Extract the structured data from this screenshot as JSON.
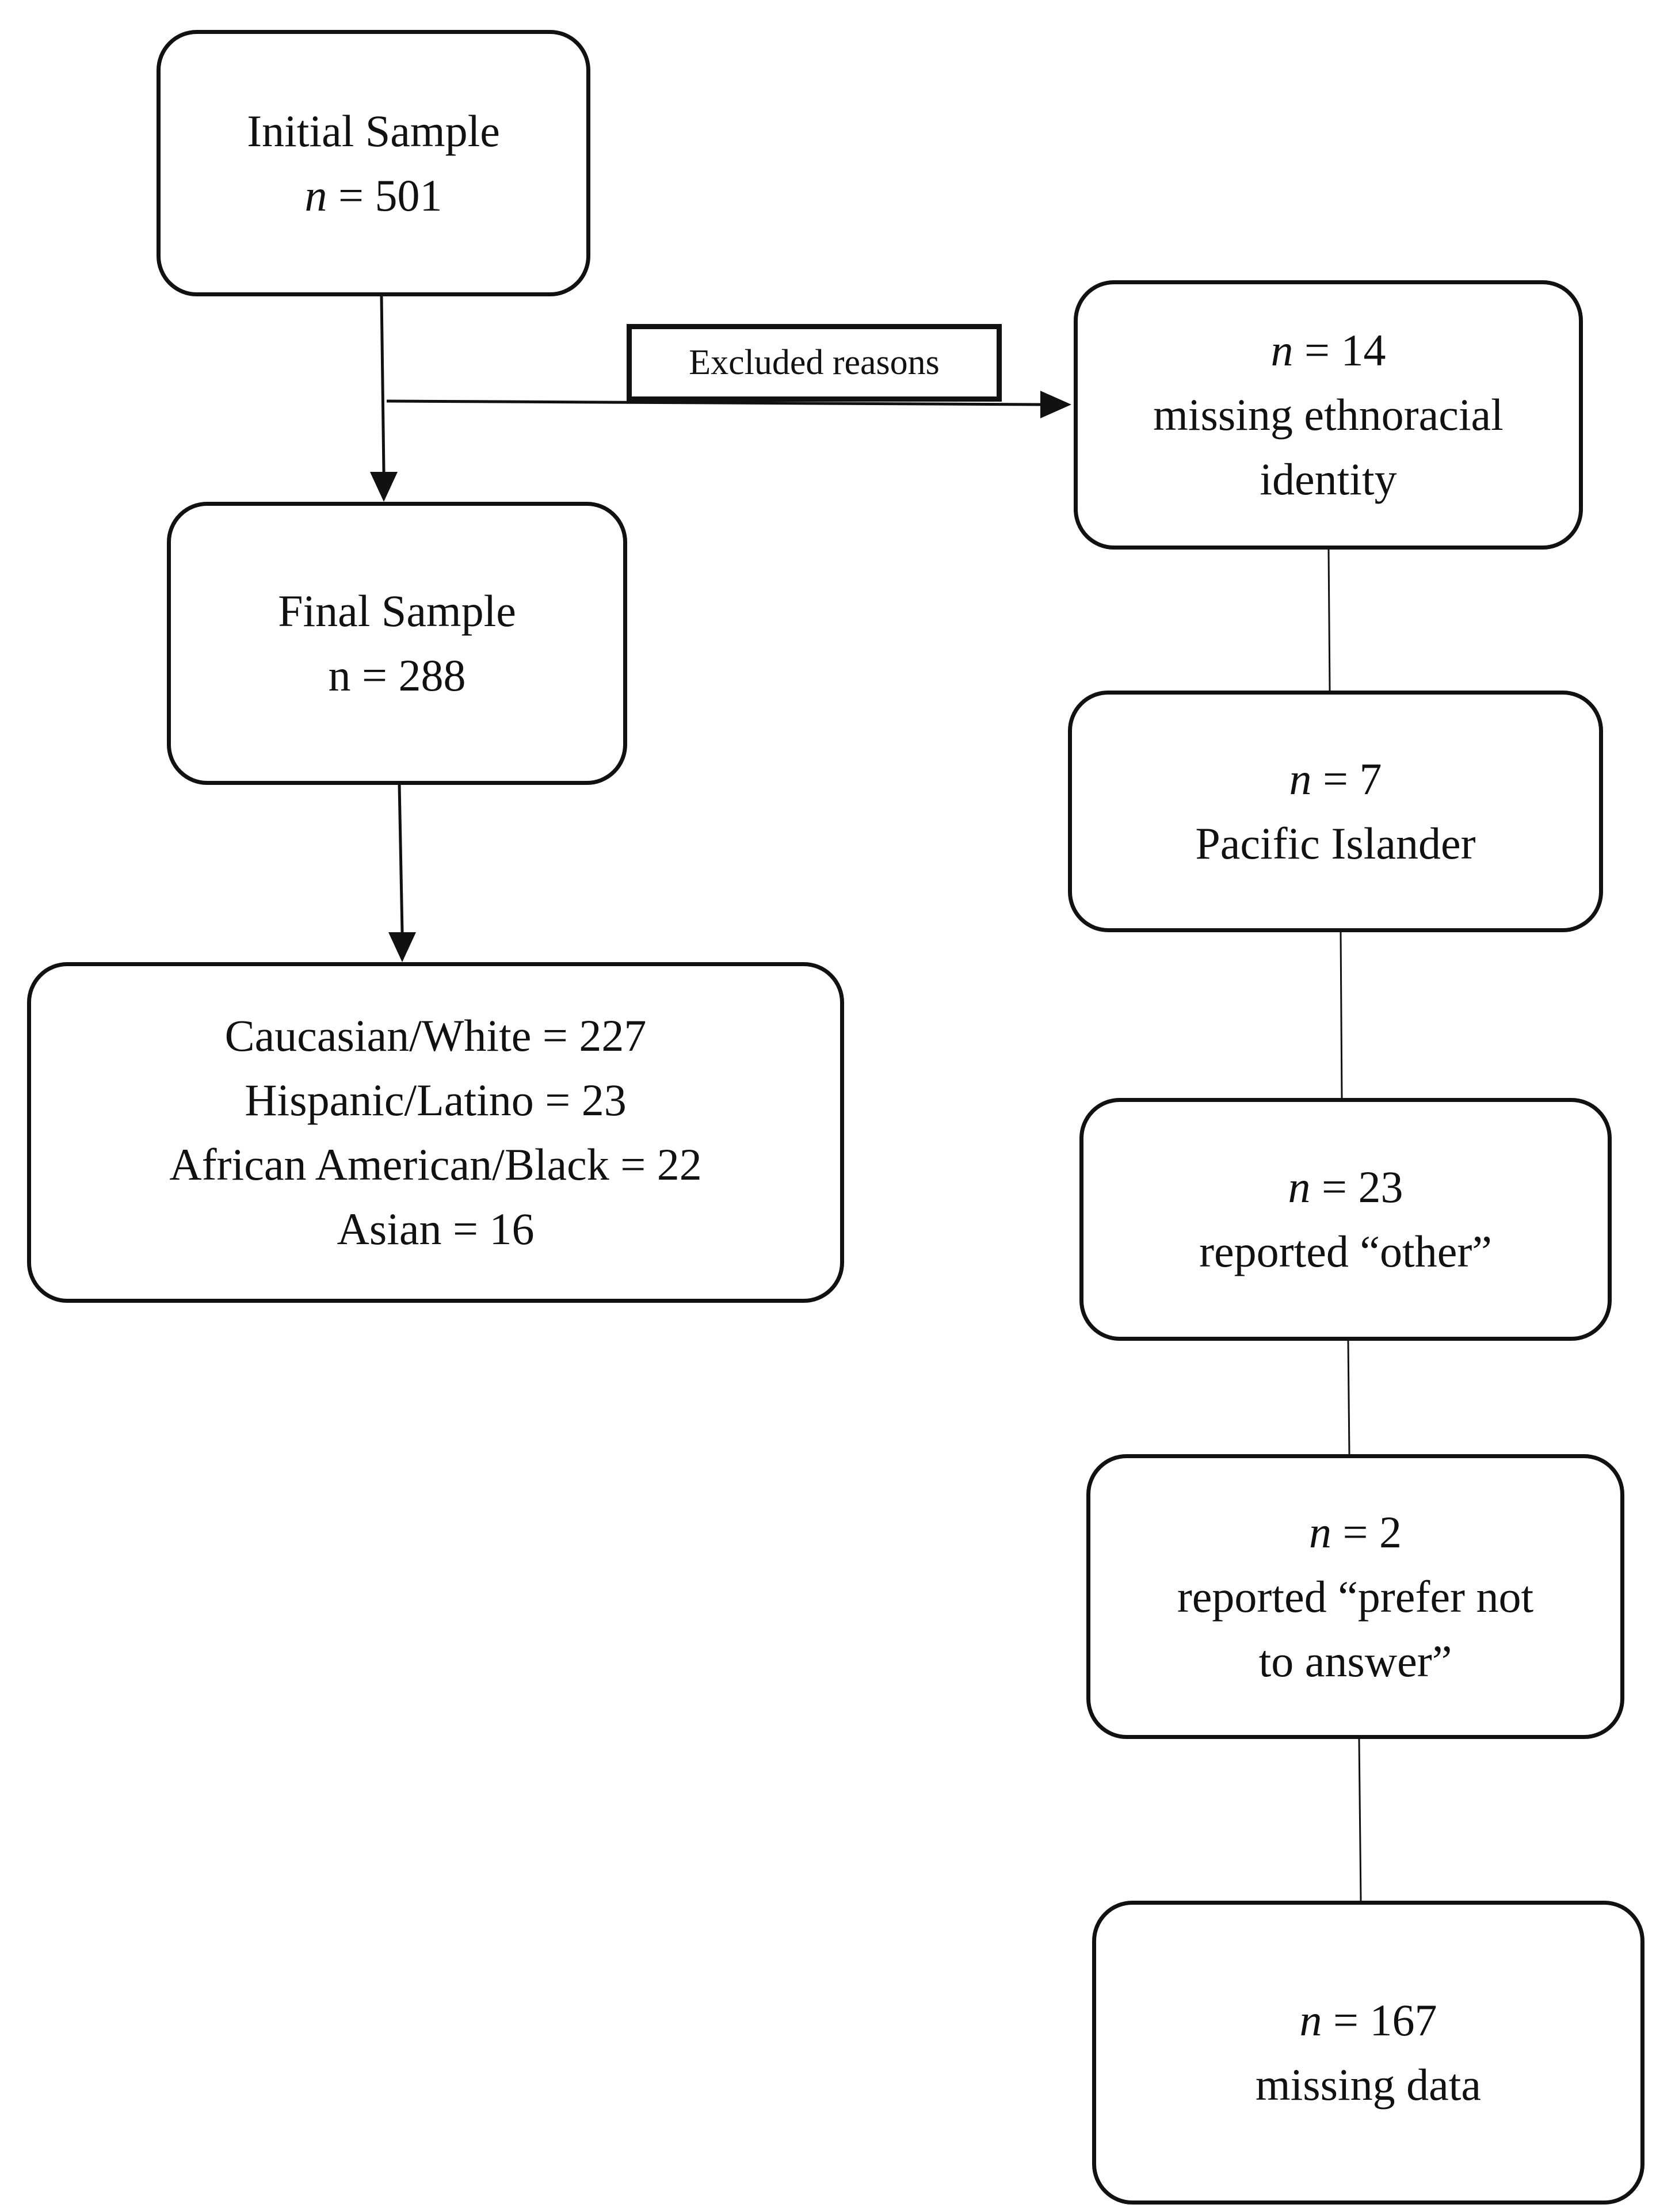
{
  "diagram": {
    "nodes": [
      {
        "id": "initial",
        "lines": [
          {
            "label": "Initial Sample"
          },
          {
            "prefix": "n",
            "label": " = 501"
          }
        ]
      },
      {
        "id": "final",
        "lines": [
          {
            "label": "Final Sample"
          },
          {
            "label": "n = 288"
          }
        ]
      },
      {
        "id": "ethnicity",
        "lines": [
          {
            "label": "Caucasian/White = 227"
          },
          {
            "label": "Hispanic/Latino = 23"
          },
          {
            "label": "African American/Black = 22"
          },
          {
            "label": "Asian = 16"
          }
        ]
      },
      {
        "id": "missing-identity",
        "lines": [
          {
            "prefix": "n",
            "label": " = 14"
          },
          {
            "label": "missing ethnoracial"
          },
          {
            "label": "identity"
          }
        ]
      },
      {
        "id": "pacific-islander",
        "lines": [
          {
            "prefix": "n",
            "label": " = 7"
          },
          {
            "label": "Pacific Islander"
          }
        ]
      },
      {
        "id": "other",
        "lines": [
          {
            "prefix": "n",
            "label": " = 23"
          },
          {
            "label": "reported “other”"
          }
        ]
      },
      {
        "id": "prefer-not",
        "lines": [
          {
            "prefix": "n",
            "label": " = 2"
          },
          {
            "label": "reported “prefer not"
          },
          {
            "label": "to answer”"
          }
        ]
      },
      {
        "id": "missing-data",
        "lines": [
          {
            "prefix": "n",
            "label": " = 167"
          },
          {
            "label": "missing data"
          }
        ]
      }
    ],
    "excluded_label": "Excluded reasons",
    "edges": [
      {
        "from": "initial",
        "to": "final",
        "arrow": true
      },
      {
        "from": "final",
        "to": "ethnicity",
        "arrow": true
      },
      {
        "from": "initial",
        "to": "missing-identity",
        "arrow": true,
        "label": "excluded_label"
      },
      {
        "from": "missing-identity",
        "to": "pacific-islander",
        "arrow": false
      },
      {
        "from": "pacific-islander",
        "to": "other",
        "arrow": false
      },
      {
        "from": "other",
        "to": "prefer-not",
        "arrow": false
      },
      {
        "from": "prefer-not",
        "to": "missing-data",
        "arrow": false
      }
    ]
  }
}
